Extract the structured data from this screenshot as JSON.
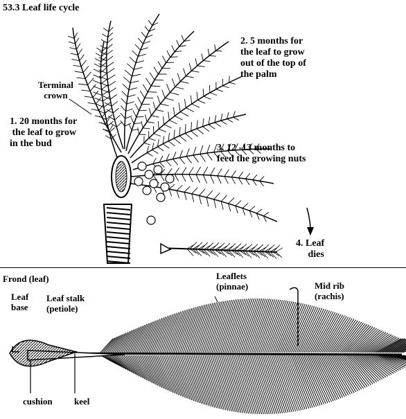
{
  "top": {
    "title": "53.3 Leaf life cycle",
    "labels": {
      "terminal_crown": "Terminal\ncrown",
      "stage1": "1. 20 months for\n the leaf to grow\nin the bud",
      "stage2": "2. 5 months for\nthe leaf to grow\nout of the top of\nthe palm",
      "stage3": "3. 12 -13 months to\nfeed the growing nuts",
      "stage4": "4. Leaf\n     dies"
    }
  },
  "bottom": {
    "title": "Frond (leaf)",
    "labels": {
      "leaf_base": "Leaf\nbase",
      "leaf_stalk": "Leaf stalk\n(petiole)",
      "leaflets": "Leaflets\n(pinnae)",
      "mid_rib": "Mid rib\n(rachis)",
      "cushion": "cushion",
      "keel": "keel"
    }
  }
}
